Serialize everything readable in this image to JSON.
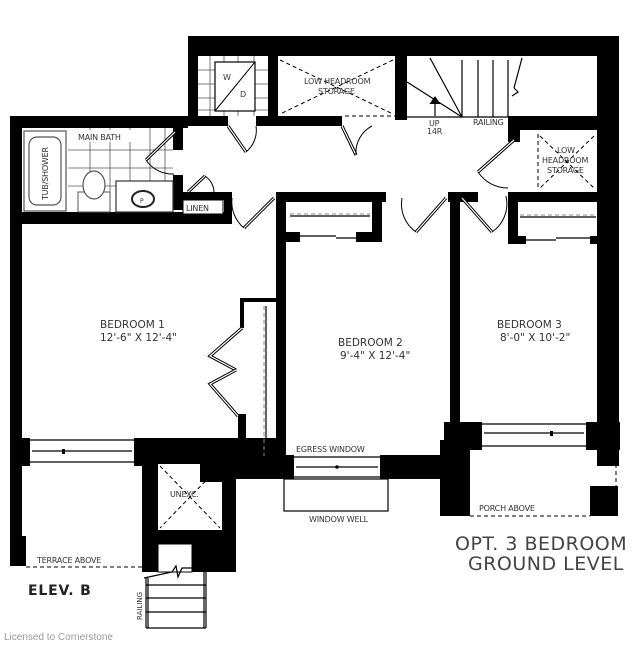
{
  "plan": {
    "title_line1": "OPT. 3 BEDROOM",
    "title_line2": "GROUND LEVEL",
    "elevation": "ELEV. B",
    "watermark": "Licensed to Cornerstone"
  },
  "rooms": {
    "bedroom1": {
      "name": "BEDROOM 1",
      "size": "12'-6\" X 12'-4\""
    },
    "bedroom2": {
      "name": "BEDROOM 2",
      "size": "9'-4\" X 12'-4\""
    },
    "bedroom3": {
      "name": "BEDROOM 3",
      "size": "8'-0\" X 10'-2\""
    },
    "main_bath": {
      "name": "MAIN BATH"
    },
    "tub_shower": {
      "name": "TUB/SHOWER"
    },
    "linen": {
      "name": "LINEN"
    },
    "unexcavated": {
      "name": "UNEXC."
    }
  },
  "fixtures": {
    "washer": "W",
    "dryer": "D",
    "stairs_up": "UP",
    "stairs_risers": "14R"
  },
  "annotations": {
    "low_headroom_storage_top_line1": "LOW HEADROOM",
    "low_headroom_storage_top_line2": "STORAGE",
    "low_headroom_storage_right_line1": "LOW",
    "low_headroom_storage_right_line2": "HEADROOM",
    "low_headroom_storage_right_line3": "STORAGE",
    "railing_top": "RAILING",
    "railing_bottom": "RAILING",
    "egress_window": "EGRESS WINDOW",
    "window_well": "WINDOW WELL",
    "porch_above": "PORCH ABOVE",
    "terrace_above": "TERRACE ABOVE"
  }
}
